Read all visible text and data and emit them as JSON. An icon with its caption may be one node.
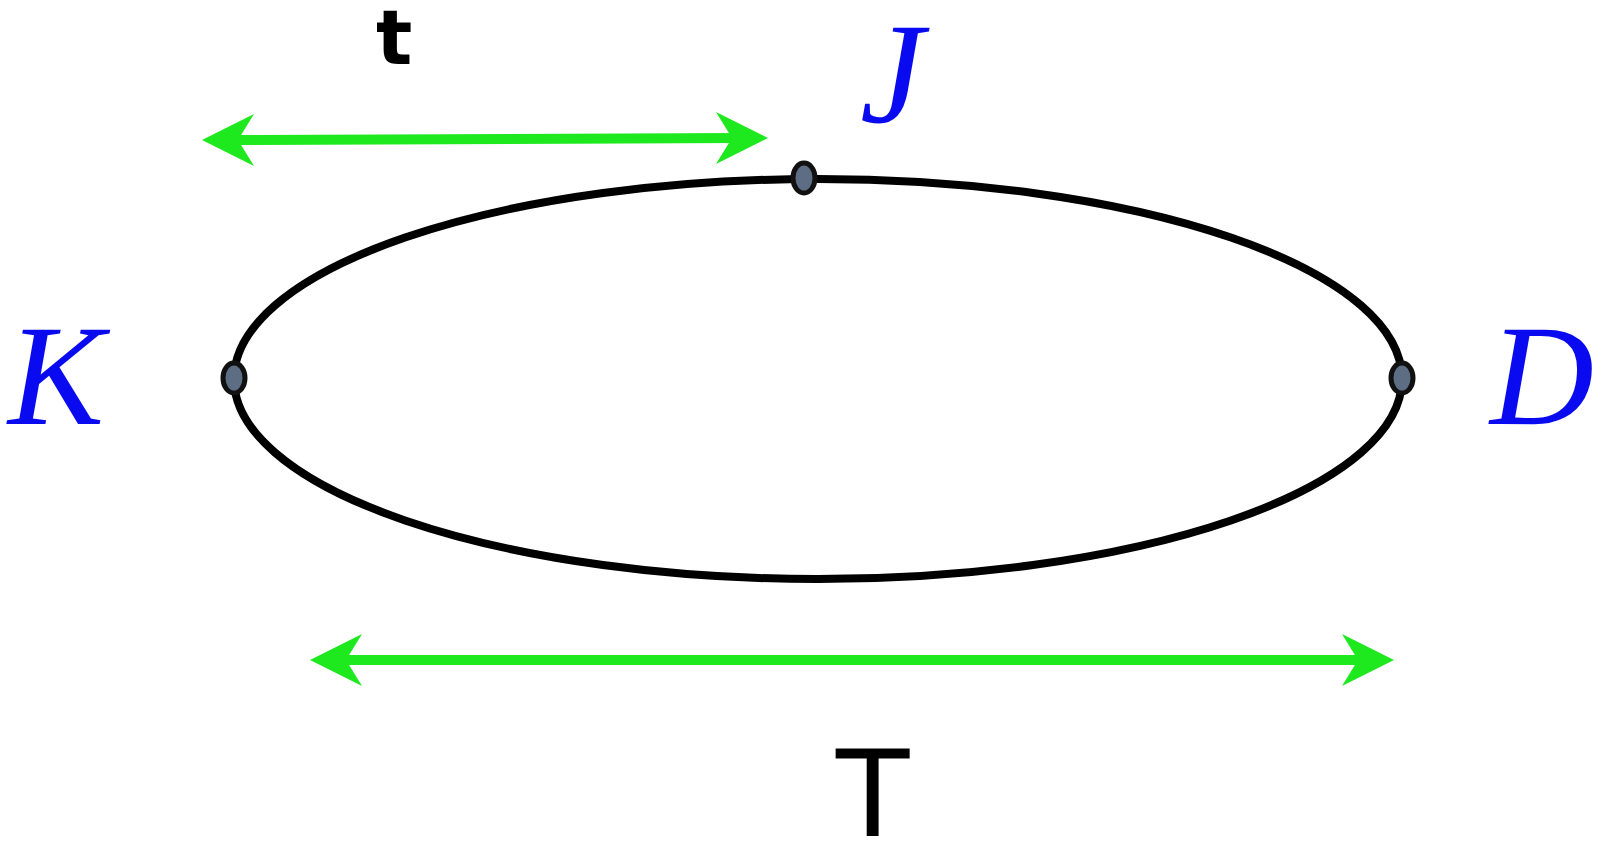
{
  "diagram": {
    "labels": [
      "t",
      "J",
      "K",
      "D",
      "T"
    ]
  }
}
